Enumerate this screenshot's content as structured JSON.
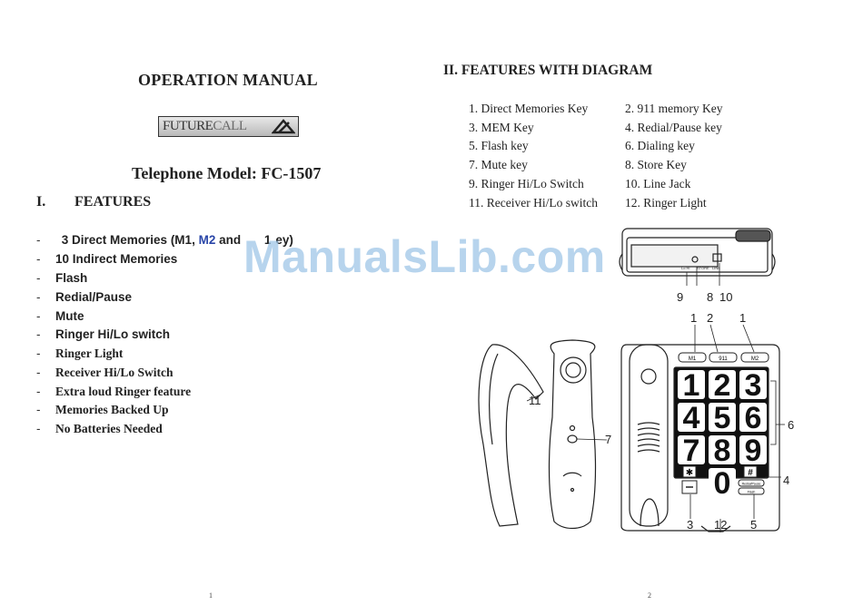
{
  "page1": {
    "title": "OPERATION MANUAL",
    "logo": {
      "part1": "FUTURE",
      "part2": "CALL"
    },
    "model": "Telephone Model: FC-1507",
    "section_num": "I.",
    "section_title": "FEATURES",
    "features": [
      {
        "dash": "-",
        "parts": [
          "3 Direct Memories (M1, ",
          "M2",
          " and ",
          "1",
          "ey)"
        ]
      },
      {
        "dash": "-",
        "text": "10 Indirect Memories"
      },
      {
        "dash": "-",
        "text": "Flash"
      },
      {
        "dash": "-",
        "text": "Redial/Pause"
      },
      {
        "dash": "-",
        "text": "Mute"
      },
      {
        "dash": "-",
        "text": "Ringer Hi/Lo switch"
      },
      {
        "dash": "-",
        "text": "Ringer Light"
      },
      {
        "dash": "-",
        "text": "Receiver Hi/Lo Switch"
      },
      {
        "dash": "-",
        "text": "Extra loud Ringer feature"
      },
      {
        "dash": "-",
        "text": "Memories Backed Up"
      },
      {
        "dash": "-",
        "text": "No Batteries Needed"
      }
    ],
    "page_number": "1"
  },
  "page2": {
    "section_title": "II.   FEATURES WITH DIAGRAM",
    "legend": [
      "1. Direct Memories Key",
      "2. 911 memory Key",
      "3. MEM Key",
      "4. Redial/Pause key",
      "5. Flash key",
      "6. Dialing key",
      "7. Mute key",
      "8. Store Key",
      "9. Ringer Hi/Lo Switch",
      "10. Line Jack",
      "11. Receiver Hi/Lo switch",
      "12. Ringer Light"
    ],
    "callouts": [
      "9",
      "8",
      "10",
      "1",
      "2",
      "1",
      "11",
      "7",
      "6",
      "4",
      "3",
      "12",
      "5"
    ],
    "phone": {
      "top_keys": [
        "M1",
        "911",
        "M2"
      ],
      "digits": [
        "1",
        "2",
        "3",
        "4",
        "5",
        "6",
        "7",
        "8",
        "9",
        "0"
      ],
      "star": "✱",
      "hash": "#",
      "side_labels": [
        "Redial/Pause",
        "Flash"
      ],
      "jack_labels": [
        "Lo Hi",
        "STORE",
        "LINE"
      ]
    },
    "page_number": "2"
  },
  "watermark": "ManualsLib.com"
}
